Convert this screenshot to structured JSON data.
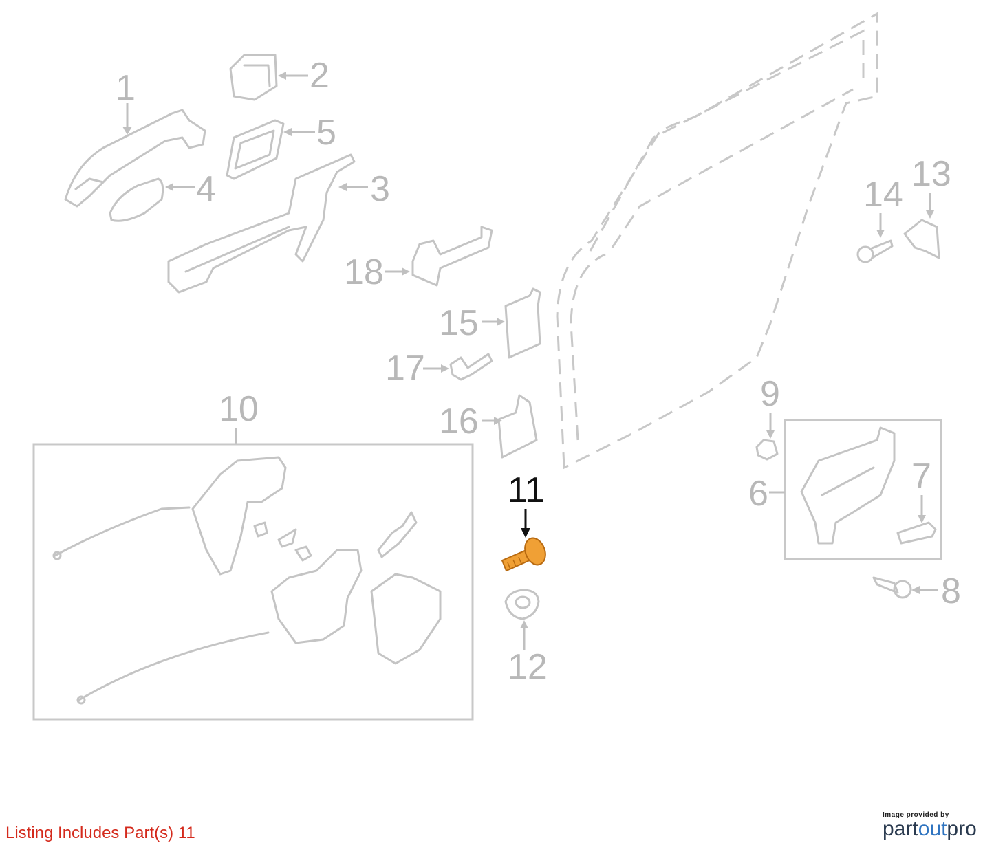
{
  "callouts": {
    "c1": "1",
    "c2": "2",
    "c3": "3",
    "c4": "4",
    "c5": "5",
    "c6": "6",
    "c7": "7",
    "c8": "8",
    "c9": "9",
    "c10": "10",
    "c11": "11",
    "c12": "12",
    "c13": "13",
    "c14": "14",
    "c15": "15",
    "c16": "16",
    "c17": "17",
    "c18": "18"
  },
  "highlight": {
    "part": "11",
    "color": "#f0a035"
  },
  "caption": "Listing Includes Part(s) 11",
  "credit": {
    "small": "Image provided by",
    "brand_part": "part",
    "brand_out": "out",
    "brand_pro": "pro"
  },
  "colors": {
    "caption": "#d42a1c",
    "brand_dark": "#2a3a4f",
    "brand_accent": "#2f74c0"
  }
}
